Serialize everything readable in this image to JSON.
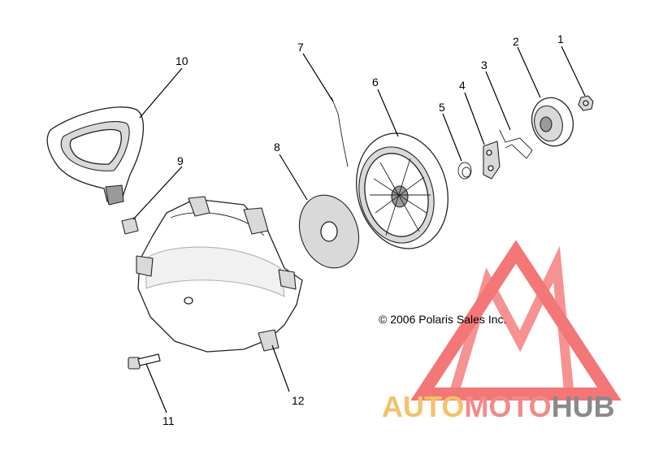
{
  "diagram": {
    "labels": [
      "1",
      "2",
      "3",
      "4",
      "5",
      "6",
      "7",
      "8",
      "9",
      "10",
      "11",
      "12"
    ],
    "copyright": "© 2006 Polaris Sales Inc."
  },
  "watermark": {
    "part1": "AUTO",
    "part2": "MOTO",
    "part3": "HUB",
    "colors": {
      "auto": "#f5c16a",
      "moto": "#f28a8a",
      "hub": "#8a8a8a",
      "logo": "#f04a4a"
    }
  }
}
